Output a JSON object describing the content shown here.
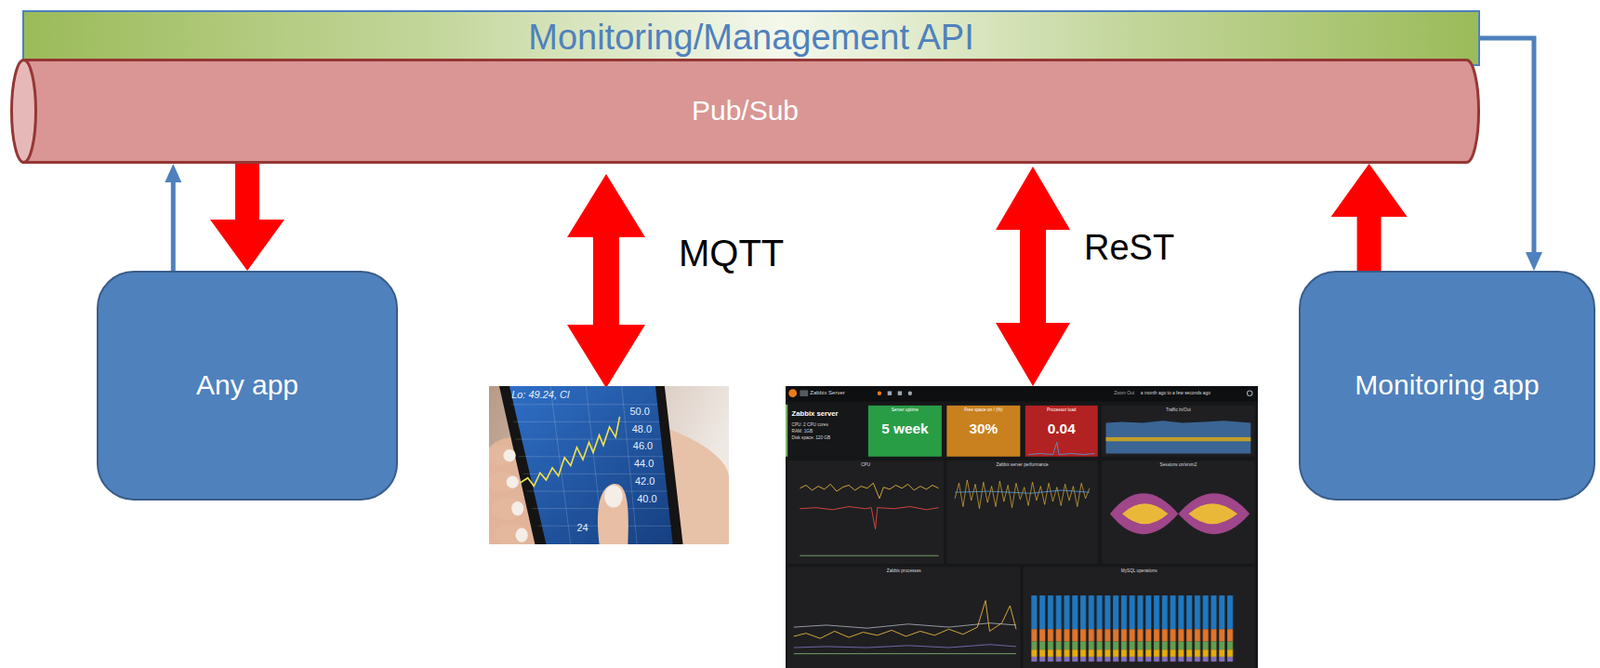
{
  "diagram": {
    "nodes": [
      {
        "text": [
          "Monitoring/Management API"
        ]
      },
      {
        "text": [
          "Pub/Sub"
        ]
      },
      {
        "text": [
          "Any app"
        ]
      },
      {
        "text": [
          "Monitoring app"
        ]
      }
    ],
    "edges": [
      {
        "from": 1,
        "to": 2,
        "arrow": "to"
      },
      {
        "from": 2,
        "to": 1,
        "arrow": "to"
      },
      {
        "from": 3,
        "to": 1,
        "arrow": "to"
      },
      {
        "from": 3,
        "to": 0,
        "arrow": "both"
      }
    ],
    "labels": [
      "MQTT",
      "ReST",
      "Lo: 49.24, Cl",
      "50.0",
      "48.0",
      "46.0",
      "44.0",
      "42.0",
      "40.0",
      "24",
      "Zabbix Server",
      "Zoom Out",
      "a month ago to a few seconds ago",
      "Zabbix server",
      "CPU: 2 CPU cores",
      "RAM: 1GB",
      "Disk space: 120 GB",
      "Server uptime",
      "5 week",
      "Free space on / (%)",
      "30%",
      "Processor load",
      "0.04",
      "Traffic In/Out",
      "CPU",
      "Zabbix server performance",
      "Sessions on/srvm2",
      "Zabbix processes",
      "MySQL operations"
    ]
  }
}
